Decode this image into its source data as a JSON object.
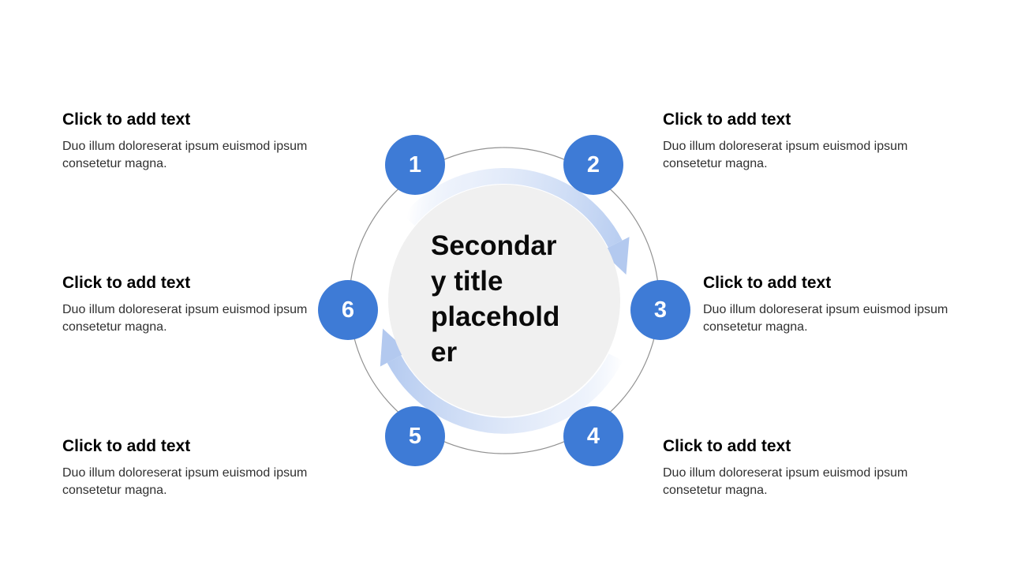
{
  "slide": {
    "background_color": "#ffffff",
    "type": "cycle-diagram-slide"
  },
  "diagram": {
    "center_title": {
      "full_text": "Secondary title placeholder",
      "lines": [
        "Secondar",
        "y title",
        "placehold",
        "er"
      ]
    },
    "nodes": [
      {
        "number": "1"
      },
      {
        "number": "2"
      },
      {
        "number": "3"
      },
      {
        "number": "4"
      },
      {
        "number": "5"
      },
      {
        "number": "6"
      }
    ],
    "colors": {
      "node_fill": "#3e7bd6",
      "node_text": "#ffffff",
      "center_circle_fill": "#f0f0f0",
      "ring_stroke": "#919191",
      "arrow_color": "#b5cbf0"
    }
  },
  "text_blocks": [
    {
      "id": "top-left",
      "heading": "Click to add text",
      "body": "Duo illum doloreserat ipsum euismod ipsum consetetur magna."
    },
    {
      "id": "top-right",
      "heading": "Click to add text",
      "body": "Duo illum doloreserat ipsum euismod ipsum consetetur magna."
    },
    {
      "id": "middle-left",
      "heading": "Click to add text",
      "body": "Duo illum doloreserat ipsum euismod ipsum consetetur magna."
    },
    {
      "id": "middle-right",
      "heading": "Click to add text",
      "body": "Duo illum doloreserat ipsum euismod ipsum consetetur magna."
    },
    {
      "id": "bottom-left",
      "heading": "Click to add text",
      "body": "Duo illum doloreserat ipsum euismod ipsum consetetur magna."
    },
    {
      "id": "bottom-right",
      "heading": "Click to add text",
      "body": "Duo illum doloreserat ipsum euismod ipsum consetetur magna."
    }
  ]
}
